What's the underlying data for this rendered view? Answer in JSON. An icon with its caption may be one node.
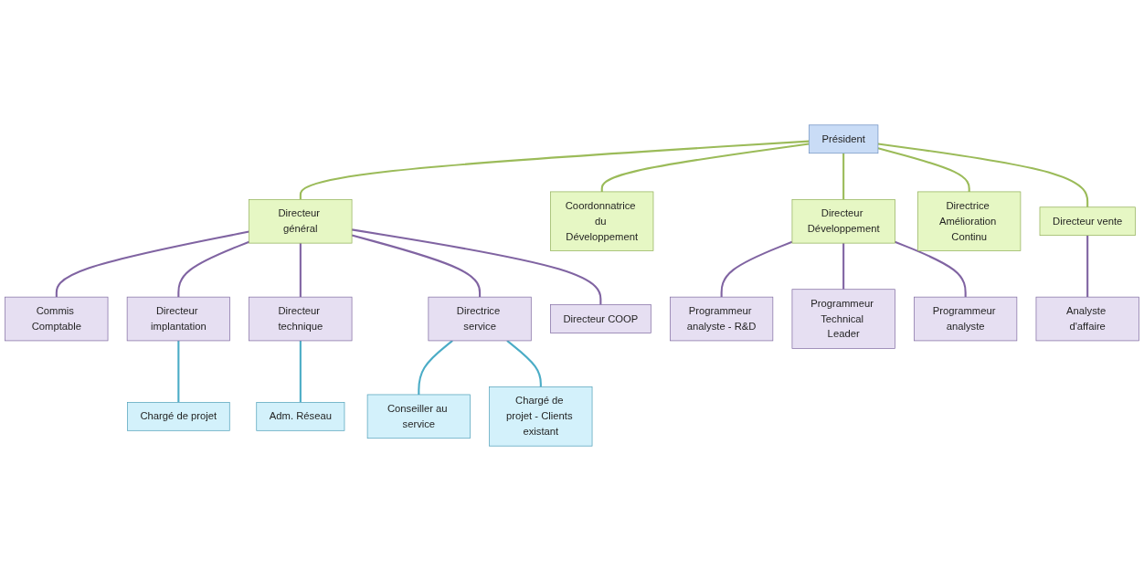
{
  "diagram": {
    "nodes": [
      {
        "text": [
          "Président"
        ]
      },
      {
        "text": [
          "Directeur général"
        ]
      },
      {
        "text": [
          "Coordonnatrice du Développement"
        ]
      },
      {
        "text": [
          "Directeur Développement"
        ]
      },
      {
        "text": [
          "Directrice Amélioration Continu"
        ]
      },
      {
        "text": [
          "Directeur vente"
        ]
      },
      {
        "text": [
          "Commis Comptable"
        ]
      },
      {
        "text": [
          "Directeur implantation"
        ]
      },
      {
        "text": [
          "Directeur technique"
        ]
      },
      {
        "text": [
          "Directrice service"
        ]
      },
      {
        "text": [
          "Directeur COOP"
        ]
      },
      {
        "text": [
          "Programmeur analyste - R&D"
        ]
      },
      {
        "text": [
          "Programmeur Technical Leader"
        ]
      },
      {
        "text": [
          "Programmeur analyste"
        ]
      },
      {
        "text": [
          "Analyste d'affaire"
        ]
      },
      {
        "text": [
          "Chargé de projet"
        ]
      },
      {
        "text": [
          "Adm. Réseau"
        ]
      },
      {
        "text": [
          "Conseiller au service"
        ]
      },
      {
        "text": [
          "Chargé de projet - Clients existant"
        ]
      }
    ],
    "edges": [
      {
        "from": 0,
        "to": 1,
        "arrow": "none",
        "color": "#9bbb59"
      },
      {
        "from": 0,
        "to": 2,
        "arrow": "none",
        "color": "#9bbb59"
      },
      {
        "from": 0,
        "to": 3,
        "arrow": "none",
        "color": "#9bbb59"
      },
      {
        "from": 0,
        "to": 4,
        "arrow": "none",
        "color": "#9bbb59"
      },
      {
        "from": 0,
        "to": 5,
        "arrow": "none",
        "color": "#9bbb59"
      },
      {
        "from": 1,
        "to": 6,
        "arrow": "none"
      },
      {
        "from": 1,
        "to": 7,
        "arrow": "none"
      },
      {
        "from": 1,
        "to": 8,
        "arrow": "none"
      },
      {
        "from": 1,
        "to": 9,
        "arrow": "none"
      },
      {
        "from": 1,
        "to": 10,
        "arrow": "none"
      },
      {
        "from": 3,
        "to": 11,
        "arrow": "none"
      },
      {
        "from": 3,
        "to": 12,
        "arrow": "none"
      },
      {
        "from": 3,
        "to": 13,
        "arrow": "none"
      },
      {
        "from": 5,
        "to": 14,
        "arrow": "none"
      },
      {
        "from": 7,
        "to": 15,
        "arrow": "none",
        "color": "#4bacc6"
      },
      {
        "from": 8,
        "to": 16,
        "arrow": "none",
        "color": "#4bacc6"
      },
      {
        "from": 9,
        "to": 17,
        "arrow": "none",
        "color": "#4bacc6"
      },
      {
        "from": 9,
        "to": 18,
        "arrow": "none",
        "color": "#4bacc6"
      }
    ]
  }
}
